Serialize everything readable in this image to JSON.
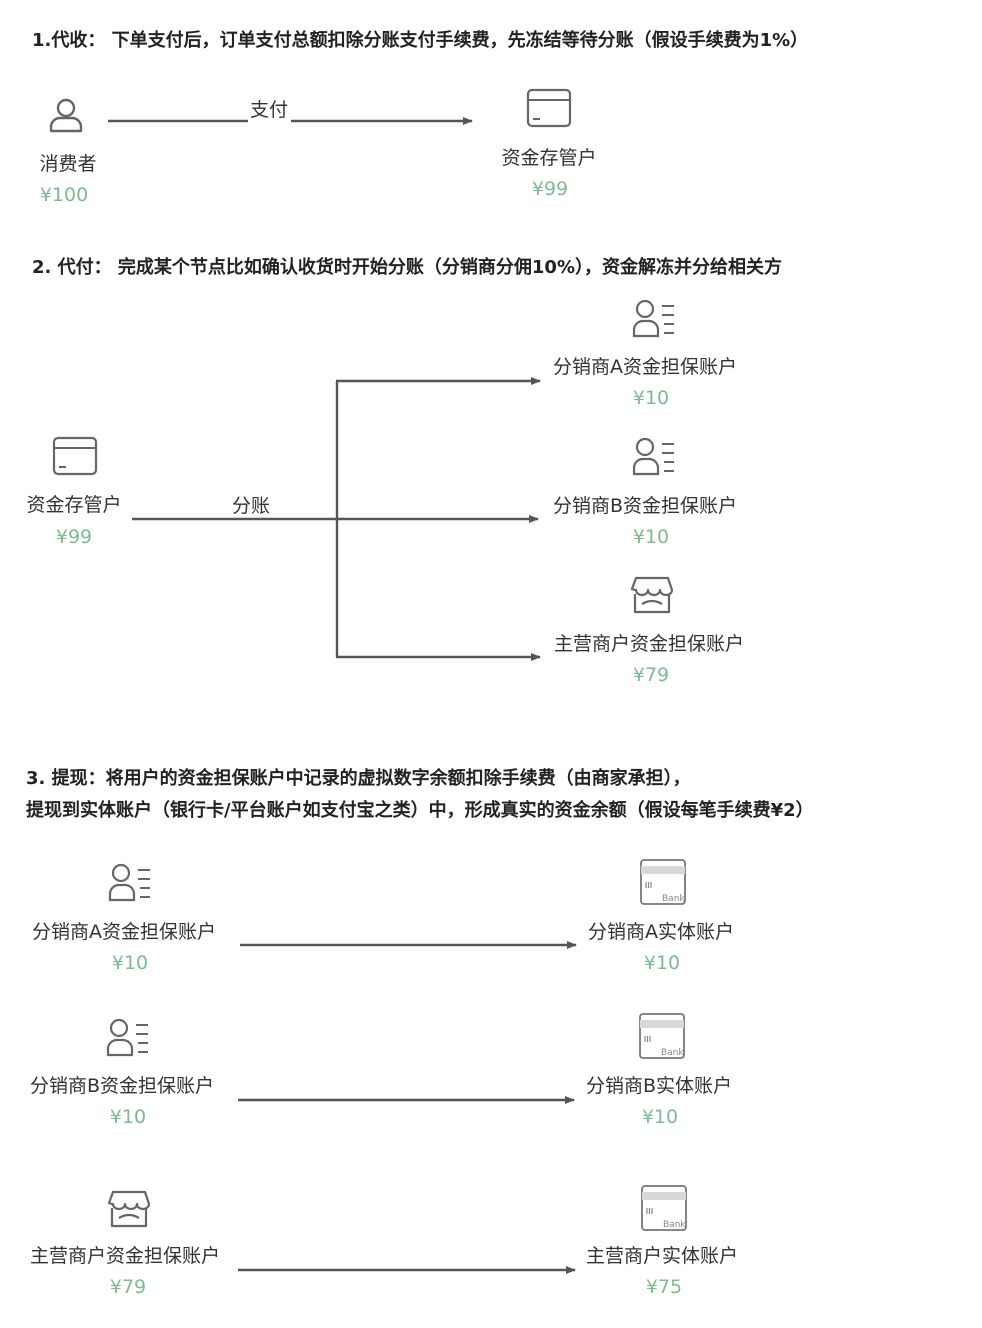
{
  "sections": [
    {
      "heading": "1.代收： 下单支付后，订单支付总额扣除分账支付手续费，先冻结等待分账（假设手续费为1%）",
      "nodes": {
        "consumer": {
          "label": "消费者",
          "amount": "¥100",
          "icon": "user-icon"
        },
        "custody": {
          "label": "资金存管户",
          "amount": "¥99",
          "icon": "card-icon"
        }
      },
      "edge_label": "支付"
    },
    {
      "heading": "2. 代付： 完成某个节点比如确认收货时开始分账（分销商分佣10%），资金解冻并分给相关方",
      "source": {
        "label": "资金存管户",
        "amount": "¥99",
        "icon": "card-icon"
      },
      "edge_label": "分账",
      "targets": [
        {
          "label": "分销商A资金担保账户",
          "amount": "¥10",
          "icon": "contact-card-icon"
        },
        {
          "label": "分销商B资金担保账户",
          "amount": "¥10",
          "icon": "contact-card-icon"
        },
        {
          "label": "主营商户资金担保账户",
          "amount": "¥79",
          "icon": "store-icon"
        }
      ]
    },
    {
      "heading_line1": "3. 提现：将用户的资金担保账户中记录的虚拟数字余额扣除手续费（由商家承担），",
      "heading_line2": "提现到实体账户（银行卡/平台账户如支付宝之类）中，形成真实的资金余额（假设每笔手续费¥2）",
      "rows": [
        {
          "from": {
            "label": "分销商A资金担保账户",
            "amount": "¥10",
            "icon": "contact-card-icon"
          },
          "to": {
            "label": "分销商A实体账户",
            "amount": "¥10",
            "icon": "bank-card-icon",
            "icon_text": "Bank"
          }
        },
        {
          "from": {
            "label": "分销商B资金担保账户",
            "amount": "¥10",
            "icon": "contact-card-icon"
          },
          "to": {
            "label": "分销商B实体账户",
            "amount": "¥10",
            "icon": "bank-card-icon",
            "icon_text": "Bank"
          }
        },
        {
          "from": {
            "label": "主营商户资金担保账户",
            "amount": "¥79",
            "icon": "store-icon"
          },
          "to": {
            "label": "主营商户实体账户",
            "amount": "¥75",
            "icon": "bank-card-icon",
            "icon_text": "Bank"
          }
        }
      ]
    }
  ],
  "colors": {
    "line": "#555555",
    "amount": "#7dbb91",
    "icon": "#666666"
  }
}
